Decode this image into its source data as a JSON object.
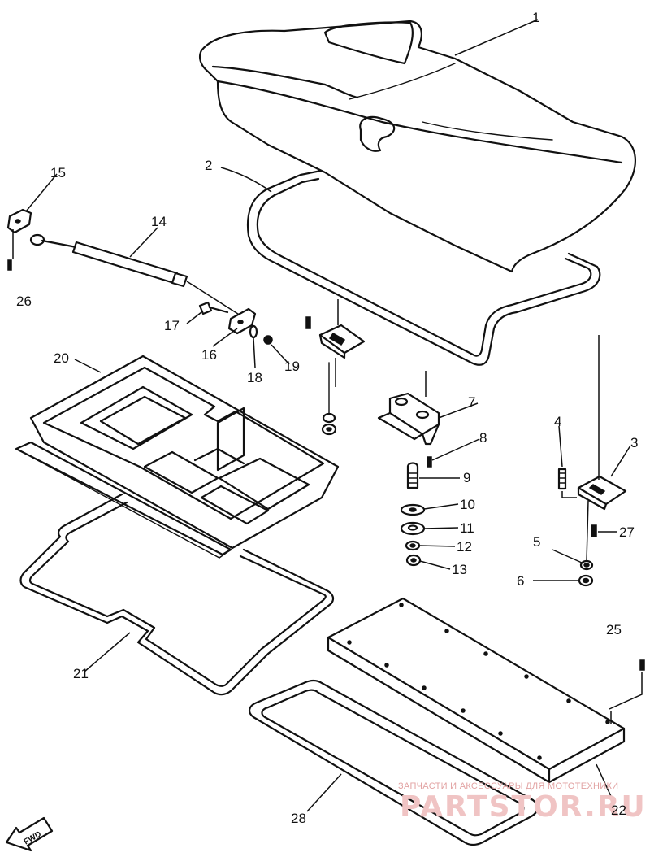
{
  "diagram": {
    "callouts": [
      {
        "id": "1",
        "text": "1"
      },
      {
        "id": "2",
        "text": "2"
      },
      {
        "id": "3",
        "text": "3"
      },
      {
        "id": "4",
        "text": "4"
      },
      {
        "id": "5",
        "text": "5"
      },
      {
        "id": "6",
        "text": "6"
      },
      {
        "id": "7",
        "text": "7"
      },
      {
        "id": "8",
        "text": "8"
      },
      {
        "id": "9",
        "text": "9"
      },
      {
        "id": "10",
        "text": "10"
      },
      {
        "id": "11",
        "text": "11"
      },
      {
        "id": "12",
        "text": "12"
      },
      {
        "id": "13",
        "text": "13"
      },
      {
        "id": "14",
        "text": "14"
      },
      {
        "id": "15",
        "text": "15"
      },
      {
        "id": "16",
        "text": "16"
      },
      {
        "id": "17",
        "text": "17"
      },
      {
        "id": "18",
        "text": "18"
      },
      {
        "id": "19",
        "text": "19"
      },
      {
        "id": "20",
        "text": "20"
      },
      {
        "id": "21",
        "text": "21"
      },
      {
        "id": "22",
        "text": "22"
      },
      {
        "id": "25",
        "text": "25"
      },
      {
        "id": "26",
        "text": "26"
      },
      {
        "id": "27",
        "text": "27"
      },
      {
        "id": "28",
        "text": "28"
      }
    ],
    "forward_arrow_label": "FWD",
    "watermark": {
      "tagline": "ЗАПЧАСТИ И АКСЕССУАРЫ ДЛЯ МОТОТЕХНИКИ",
      "brand": "PARTSTOR.RU"
    }
  }
}
